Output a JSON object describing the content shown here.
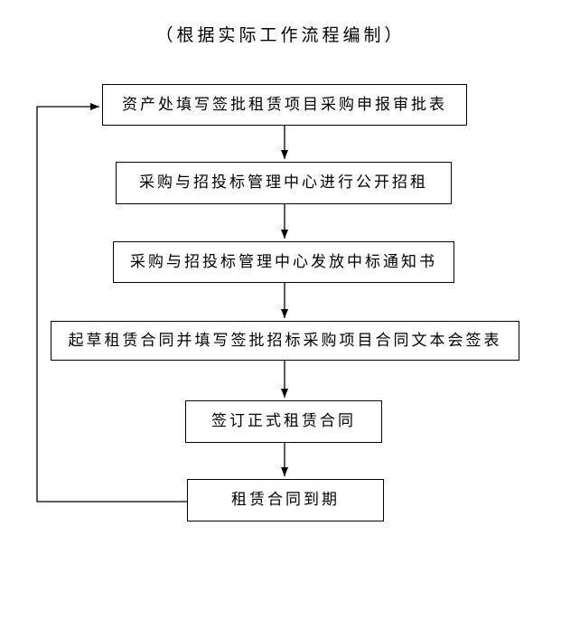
{
  "title": "（根据实际工作流程编制）",
  "colors": {
    "background": "#ffffff",
    "line": "#000000",
    "box_border": "#000000",
    "text": "#000000"
  },
  "flowchart": {
    "nodes": [
      {
        "id": "step-1",
        "label": "资产处填写签批租赁项目采购申报审批表"
      },
      {
        "id": "step-2",
        "label": "采购与招投标管理中心进行公开招租"
      },
      {
        "id": "step-3",
        "label": "采购与招投标管理中心发放中标通知书"
      },
      {
        "id": "step-4",
        "label": "起草租赁合同并填写签批招标采购项目合同文本会签表"
      },
      {
        "id": "step-5",
        "label": "签订正式租赁合同"
      },
      {
        "id": "step-6",
        "label": "租赁合同到期"
      }
    ],
    "edges": [
      {
        "from": "step-1",
        "to": "step-2",
        "type": "down-arrow"
      },
      {
        "from": "step-2",
        "to": "step-3",
        "type": "down-arrow"
      },
      {
        "from": "step-3",
        "to": "step-4",
        "type": "down-arrow"
      },
      {
        "from": "step-4",
        "to": "step-5",
        "type": "down-arrow"
      },
      {
        "from": "step-5",
        "to": "step-6",
        "type": "down-arrow"
      },
      {
        "from": "step-6",
        "to": "step-1",
        "type": "loop-back-left"
      }
    ]
  }
}
